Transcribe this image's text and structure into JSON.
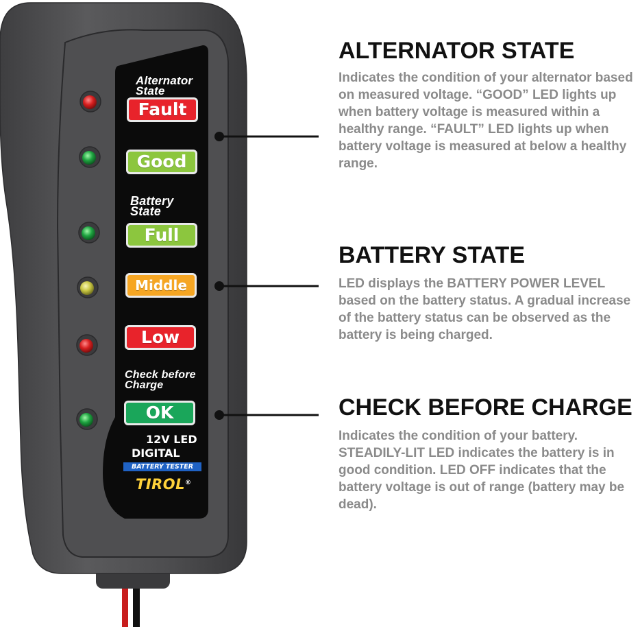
{
  "device": {
    "alternator_label": "Alternator State",
    "battery_label": "Battery State",
    "check_label": "Check before Charge",
    "buttons": [
      {
        "label": "Fault",
        "color": "#e8232b"
      },
      {
        "label": "Good",
        "color": "#8cc63e"
      },
      {
        "label": "Full",
        "color": "#8cc63e"
      },
      {
        "label": "Middle",
        "color": "#f6a623"
      },
      {
        "label": "Low",
        "color": "#e8232b"
      },
      {
        "label": "OK",
        "color": "#1aa65a"
      }
    ],
    "model_line1": "12V LED",
    "model_line2": "DIGITAL",
    "badge": "BATTERY TESTER",
    "brand": "TIROL",
    "brand_mark": "®",
    "body_color": "#4a4a4c",
    "panel_color": "#0b0b0b"
  },
  "sections": [
    {
      "heading": "ALTERNATOR STATE",
      "text": "Indicates the condition of your alternator based on measured voltage. “GOOD” LED lights up when battery voltage is measured within a healthy range. “FAULT” LED lights up when battery voltage is measured at below a healthy range."
    },
    {
      "heading": "BATTERY STATE",
      "text": "LED displays the BATTERY POWER LEVEL based on the battery status. A gradual increase of the battery status can be observed as the battery is being charged."
    },
    {
      "heading": "CHECK BEFORE CHARGE",
      "text": "Indicates the condition of your battery. STEADILY-LIT LED indicates the battery is in good condition. LED OFF indicates that the battery voltage is out of range (battery may be dead)."
    }
  ]
}
